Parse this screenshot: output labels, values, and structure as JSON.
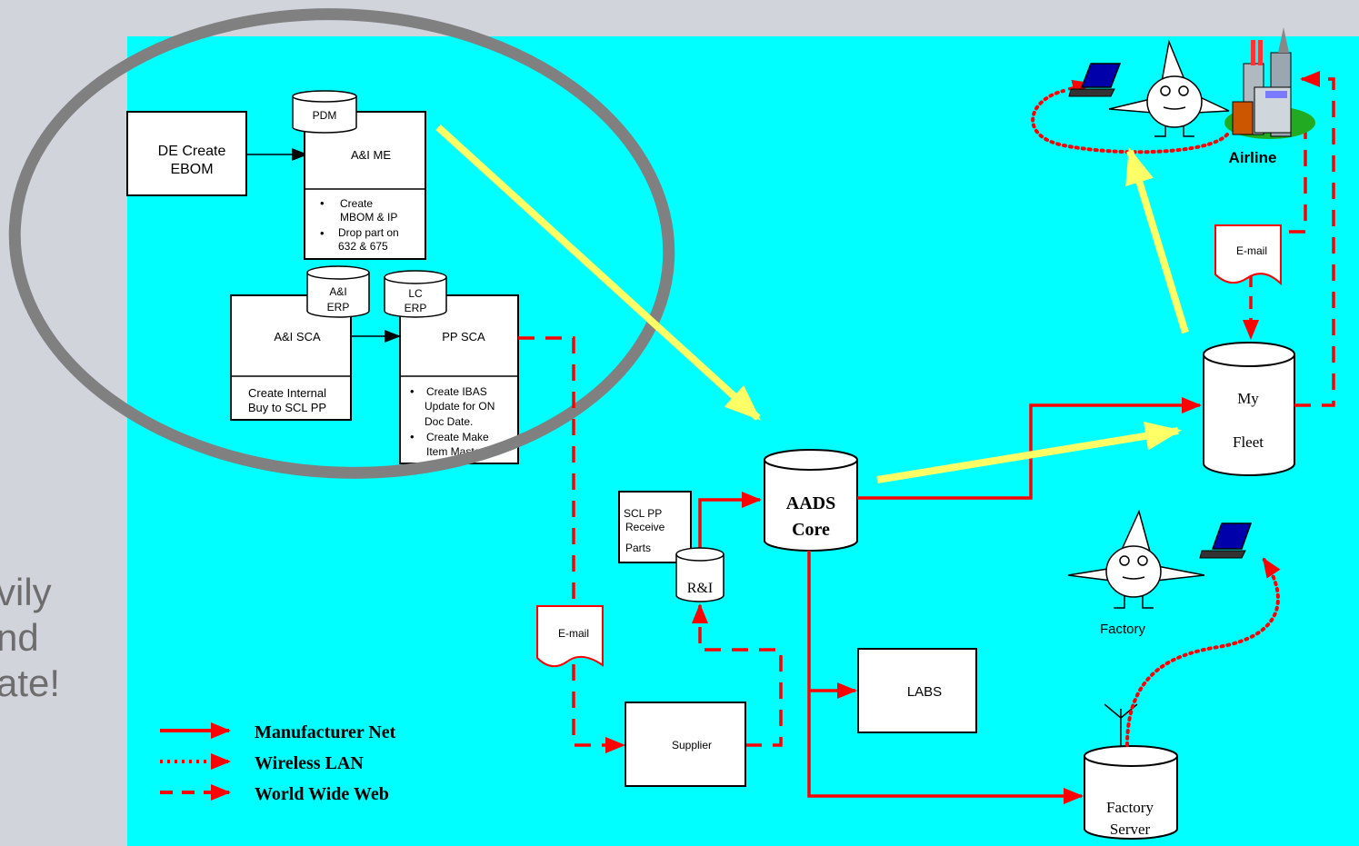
{
  "slide": {
    "side_text": [
      "vily",
      "nd",
      "ate!"
    ]
  },
  "colors": {
    "background": "#d2d4dc",
    "canvas": "#00ffff",
    "manufacturer_net": "#ff0000",
    "highlight_arrow": "#ffff66",
    "ellipse": "#808080"
  },
  "icons": [
    "laptop-icon",
    "airplane-mascot-icon",
    "city-buildings-icon",
    "antenna-icon"
  ],
  "diagram": {
    "de_create": [
      "DE Create",
      "EBOM"
    ],
    "pdm": "PDM",
    "ai_me": "A&I ME",
    "ai_me_bullets": [
      [
        "Create",
        "MBOM & IP"
      ],
      [
        "Drop part on",
        "632 & 675"
      ]
    ],
    "ai_erp": [
      "A&I",
      "ERP"
    ],
    "lc_erp": [
      "LC",
      "ERP"
    ],
    "ai_sca": "A&I SCA",
    "ai_sca_body": [
      "Create Internal",
      "Buy to SCL PP"
    ],
    "pp_sca": "PP SCA",
    "pp_sca_bullets": [
      [
        "Create IBAS",
        "Update for ON",
        "Doc Date."
      ],
      [
        "Create Make",
        "Item Master."
      ]
    ],
    "scl_receive": [
      "SCL PP",
      "Receive",
      "Parts"
    ],
    "ri": "R&I",
    "aads": [
      "AADS",
      "Core"
    ],
    "labs": "LABS",
    "supplier": "Supplier",
    "email_left": "E-mail",
    "email_right": "E-mail",
    "myfleet": [
      "My",
      "Fleet"
    ],
    "airline": "Airline",
    "factory": "Factory",
    "factory_server": [
      "Factory",
      "Server"
    ]
  },
  "legend": [
    {
      "label": "Manufacturer Net",
      "style": "solid"
    },
    {
      "label": "Wireless LAN",
      "style": "dotted"
    },
    {
      "label": "World Wide Web",
      "style": "dashed"
    }
  ]
}
